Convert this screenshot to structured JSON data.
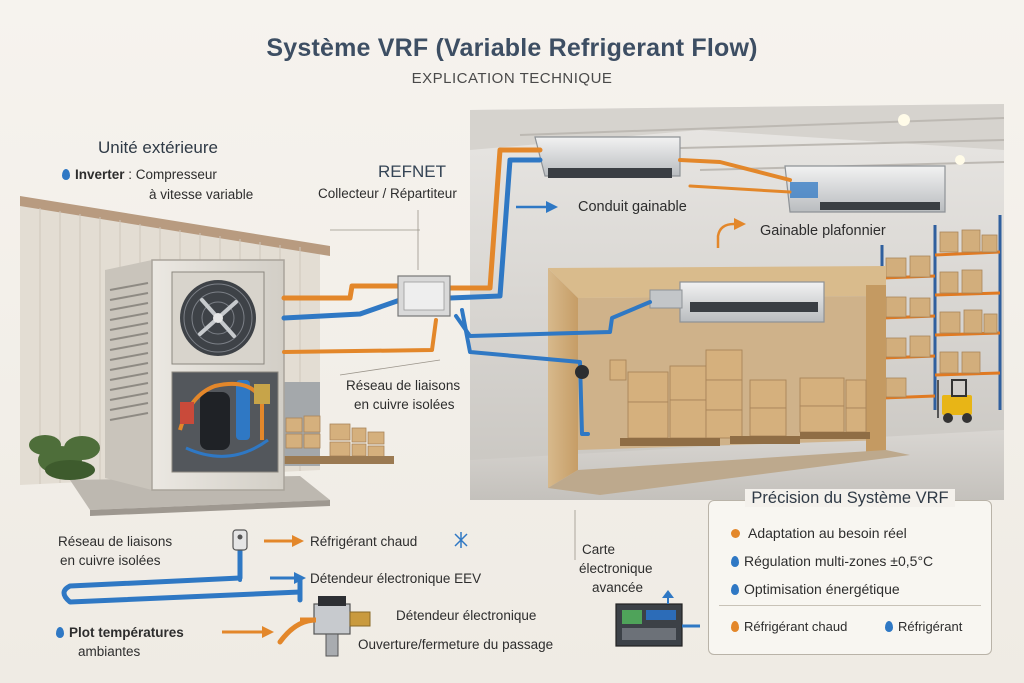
{
  "header": {
    "title": "Système VRF (Variable Refrigerant Flow)",
    "subtitle": "EXPLICATION TECHNIQUE"
  },
  "outdoor_unit": {
    "heading": "Unité extérieure",
    "inverter_label": "Inverter",
    "inverter_desc_line1": ": Compresseur",
    "inverter_desc_line2": "à vitesse variable"
  },
  "refnet": {
    "heading": "REFNET",
    "desc": "Collecteur / Répartiteur"
  },
  "indoor": {
    "duct_label": "Conduit gainable",
    "ceiling_label": "Gainable plafonnier"
  },
  "piping": {
    "network_line1": "Réseau de liaisons",
    "network_line2": "en cuivre isolées"
  },
  "legend_left": {
    "network_line1": "Réseau de liaisons",
    "network_line2": "en cuivre isolées",
    "hot_refrigerant": "Réfrigérant chaud",
    "eev": "Détendeur électronique EEV",
    "sensor_line1": "Plot températures",
    "sensor_line2": "ambiantes",
    "valve_title": "Détendeur électronique",
    "valve_desc": "Ouverture/fermeture du passage"
  },
  "controller": {
    "line1": "Carte",
    "line2": "électronique",
    "line3": "avancée"
  },
  "precision_panel": {
    "title": "Précision du Système VRF",
    "items": [
      {
        "label": "Adaptation au besoin réel",
        "color": "#e3872a"
      },
      {
        "label": "Régulation multi-zones ±0,5°C",
        "color": "#2f78c4"
      },
      {
        "label": "Optimisation énergétique",
        "color": "#2f78c4"
      }
    ],
    "legend": [
      {
        "label": "Réfrigérant chaud",
        "color": "#e3872a"
      },
      {
        "label": "Réfrigérant",
        "color": "#2f78c4"
      }
    ]
  },
  "colors": {
    "hot_pipe": "#e3872a",
    "cold_pipe": "#2f78c4",
    "title": "#3d4e63"
  }
}
